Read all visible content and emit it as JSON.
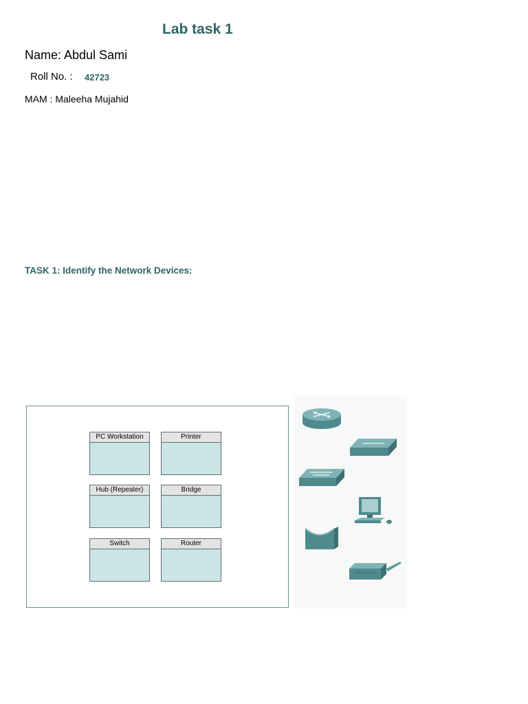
{
  "header": {
    "title": "Lab task 1",
    "name_line": "Name: Abdul Sami",
    "roll_label": "Roll No. :",
    "roll_value": "42723",
    "mam_line": "MAM : Maleeha Mujahid"
  },
  "task": {
    "heading": "TASK 1: Identify the Network Devices:"
  },
  "figure": {
    "boxes": [
      {
        "label": "PC Workstation"
      },
      {
        "label": "Printer"
      },
      {
        "label": "Hub (Repeater)"
      },
      {
        "label": "Bridge"
      },
      {
        "label": "Switch"
      },
      {
        "label": "Router"
      }
    ],
    "device_icons": [
      "router-icon",
      "switch-icon",
      "hub-icon",
      "pc-workstation-icon",
      "bridge-icon",
      "printer-icon"
    ]
  },
  "colors": {
    "accent_teal": "#2e6466",
    "box_fill": "#cbe4e6",
    "device_teal": "#5e9a9c"
  }
}
